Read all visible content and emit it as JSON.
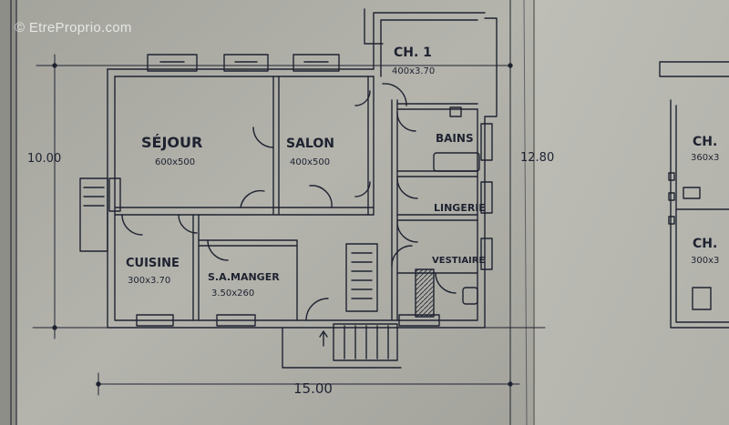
{
  "watermark": "© EtreProprio.com",
  "colors": {
    "paper": "#b3b3ab",
    "paper_right": "#c2c2ba",
    "ink": "#1f2330"
  },
  "rooms": [
    {
      "name": "SÉJOUR",
      "dims": "600x500"
    },
    {
      "name": "SALON",
      "dims": "400x500"
    },
    {
      "name": "CH. 1",
      "dims": "400x3.70"
    },
    {
      "name": "BAINS",
      "dims": ""
    },
    {
      "name": "LINGERIE",
      "dims": ""
    },
    {
      "name": "VESTIAIRE",
      "dims": ""
    },
    {
      "name": "CUISINE",
      "dims": "300x3.70"
    },
    {
      "name": "S.A.MANGER",
      "dims": "3.50x260"
    }
  ],
  "dimensions": {
    "width": "15.00",
    "depth": "10.00",
    "side": "12.80"
  },
  "right_sheet": [
    {
      "name": "CH.",
      "dims": "360x3"
    },
    {
      "name": "CH.",
      "dims": "300x3"
    }
  ]
}
